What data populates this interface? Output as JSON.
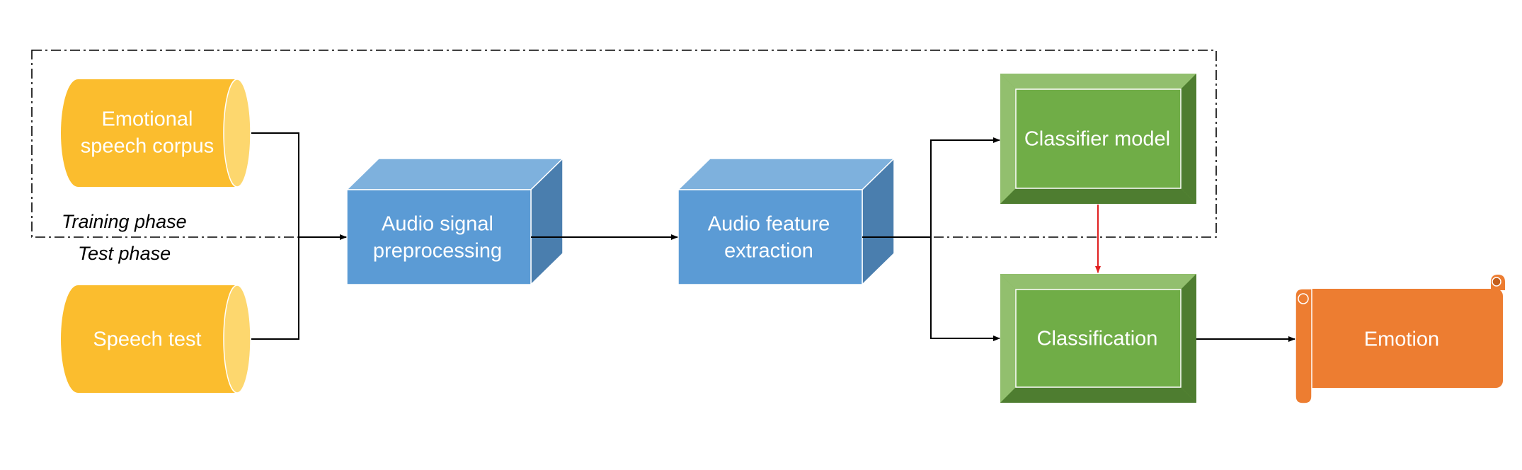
{
  "nodes": {
    "corpus": {
      "line1": "Emotional",
      "line2": "speech corpus"
    },
    "test": {
      "label": "Speech test"
    },
    "preprocessing": {
      "line1": "Audio signal",
      "line2": "preprocessing"
    },
    "extraction": {
      "line1": "Audio feature",
      "line2": "extraction"
    },
    "classifier": {
      "label": "Classifier model"
    },
    "classification": {
      "label": "Classification"
    },
    "emotion": {
      "label": "Emotion"
    }
  },
  "phases": {
    "training": "Training phase",
    "test": "Test phase"
  },
  "colors": {
    "cylinder": "#FBBD2E",
    "cylinder_cap": "#FDD76E",
    "box_front": "#5B9BD5",
    "box_top": "#7EB1DD",
    "box_side": "#4A7EAE",
    "bevel_face": "#70AD47",
    "bevel_light": "#92BF6E",
    "bevel_dark": "#4E7D30",
    "scroll": "#ED7D31",
    "red_arrow": "#E02020"
  }
}
